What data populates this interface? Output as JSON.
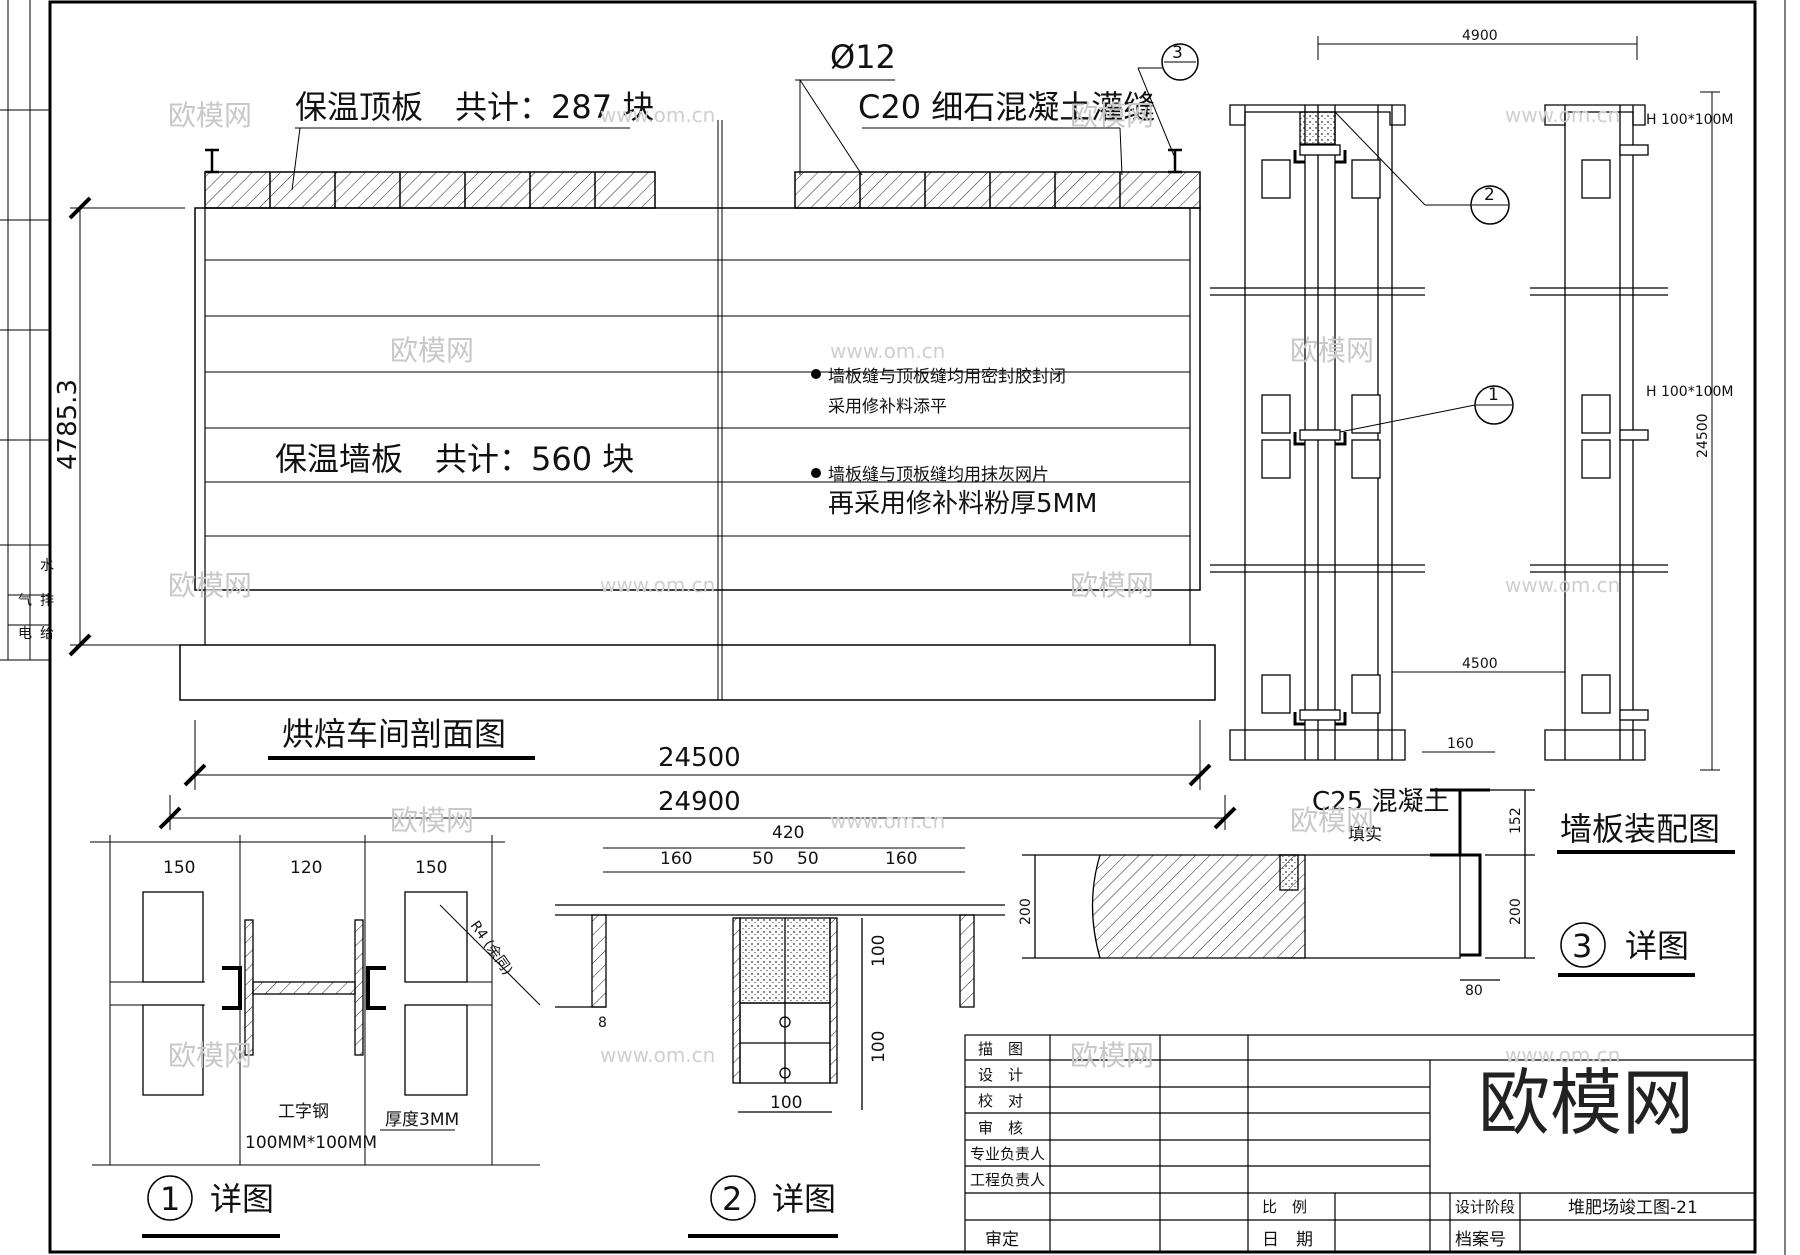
{
  "section": {
    "roof_panel": "保温顶板　共计：287 块",
    "wall_panel": "保温墙板　共计：560 块",
    "rebar": "Ø12",
    "grout": "C20 细石混凝土灌缝",
    "callout3": "3",
    "height_dim": "4785.3",
    "dim_inner": "24500",
    "dim_outer": "24900",
    "title": "烘焙车间剖面图",
    "notes": [
      "墙板缝与顶板缝均用密封胶封闭",
      "采用修补料添平",
      "墙板缝与顶板缝均用抹灰网片",
      "再采用修补料粉厚5MM"
    ]
  },
  "assembly": {
    "top_dim": "4900",
    "mid_dim": "4500",
    "height_dim": "24500",
    "h_label_top": "H 100*100M",
    "h_label_mid": "H 100*100M",
    "callout1": "1",
    "callout2": "2",
    "title": "墙板装配图"
  },
  "detail1": {
    "dims": [
      "150",
      "120",
      "150"
    ],
    "radius": "R4 (余同)",
    "steel_name": "工字钢",
    "steel_size": "100MM*100MM",
    "thickness": "厚度3MM",
    "num": "1",
    "title": "详图"
  },
  "detail2": {
    "total": "420",
    "dims": [
      "160",
      "50",
      "50",
      "160"
    ],
    "v1": "100",
    "v2": "100",
    "bottom": "100",
    "side": "8",
    "num": "2",
    "title": "详图"
  },
  "detail3": {
    "top": "160",
    "concrete": "C25 混凝土",
    "fill": "填实",
    "h1": "152",
    "h2": "200",
    "left_h": "200",
    "bottom": "80",
    "num": "3",
    "title": "详图"
  },
  "titleblock": {
    "rows": [
      "描　图",
      "设　计",
      "校　对",
      "审　核",
      "专业负责人",
      "工程负责人"
    ],
    "approve": "审定",
    "scale": "比　例",
    "date": "日　期",
    "stage": "设计阶段",
    "archive": "档案号",
    "drawing_no": "堆肥场竣工图-21"
  },
  "margin_labels": [
    "水",
    "排",
    "给",
    "气",
    "电"
  ],
  "watermarks": [
    "欧模网",
    "www.om.cn"
  ],
  "logo": "欧模网"
}
